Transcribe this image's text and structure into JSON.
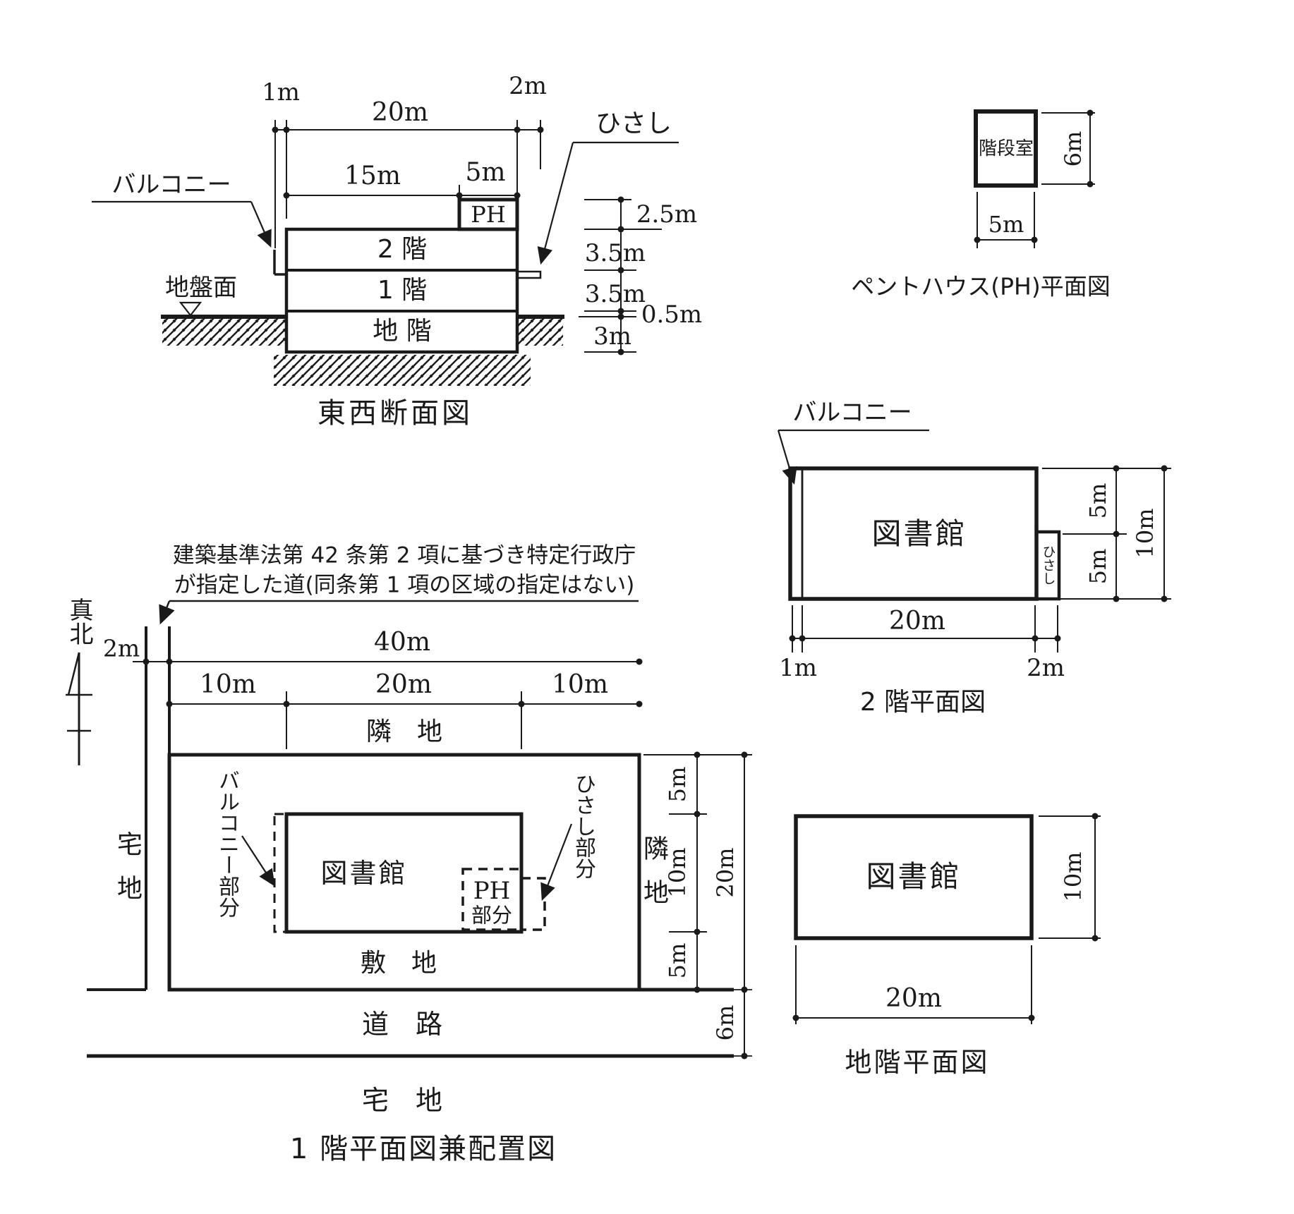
{
  "colors": {
    "ink": "#1a1a1a",
    "paper": "#ffffff"
  },
  "cross_section": {
    "caption": "東西断面図",
    "dim_1m": "1m",
    "dim_20m": "20m",
    "dim_2m": "2m",
    "dim_15m": "15m",
    "dim_5m": "5m",
    "label_balcony": "バルコニー",
    "label_eaves": "ひさし",
    "label_ground": "地盤面",
    "label_ph": "PH",
    "label_floor2": "2 階",
    "label_floor1": "1 階",
    "label_basement": "地 階",
    "h_ph": "2.5m",
    "h_floor2": "3.5m",
    "h_floor1": "3.5m",
    "h_above_ground": "0.5m",
    "h_basement": "3m"
  },
  "ph_plan": {
    "caption": "ペントハウス(PH)平面図",
    "label_stair": "階段室",
    "dim_w": "5m",
    "dim_h": "6m"
  },
  "floor2_plan": {
    "caption": "2 階平面図",
    "label_balcony": "バルコニー",
    "label_library": "図書館",
    "label_eaves": "ひさし",
    "dim_w": "20m",
    "dim_balcony": "1m",
    "dim_eaves": "2m",
    "dim_n5": "5m",
    "dim_s5": "5m",
    "dim_10": "10m"
  },
  "basement_plan": {
    "caption": "地階平面図",
    "label_library": "図書館",
    "dim_w": "20m",
    "dim_h": "10m"
  },
  "site_plan": {
    "caption": "1 階平面図兼配置図",
    "note_line1": "建築基準法第 42 条第 2 項に基づき特定行政庁",
    "note_line2": "が指定した道(同条第 1 項の区域の指定はない)",
    "label_north": "真北",
    "dim_road_w": "2m",
    "dim_total": "40m",
    "dim_w10": "10m",
    "dim_c20": "20m",
    "dim_e10": "10m",
    "label_adjacent_n": "隣　地",
    "label_adjacent_e": "隣地",
    "label_estate_w": "宅地",
    "label_estate_s": "宅　地",
    "label_site": "敷　地",
    "label_road": "道　路",
    "label_library": "図書館",
    "label_balcony_part": "バルコニー部分",
    "label_ph_part_1": "PH",
    "label_ph_part_2": "部分",
    "label_eaves_part": "ひさし部分",
    "dim_n5": "5m",
    "dim_mid10": "10m",
    "dim_s5": "5m",
    "dim_depth20": "20m",
    "dim_road6": "6m"
  }
}
